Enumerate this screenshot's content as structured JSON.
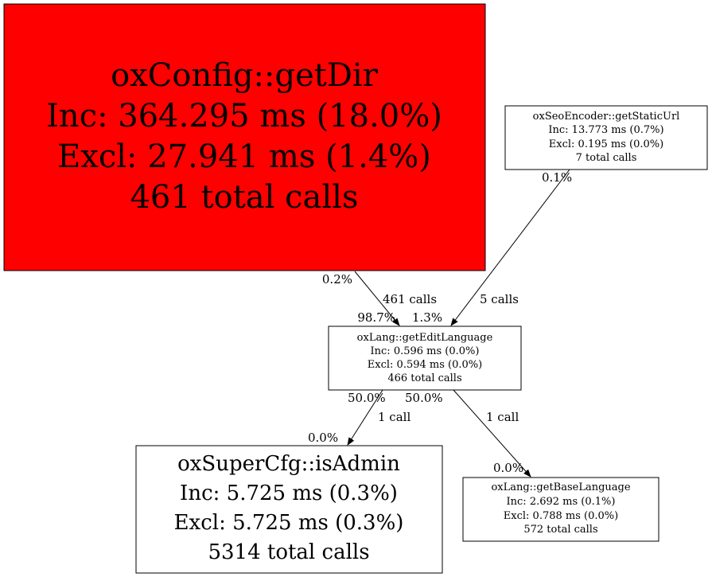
{
  "nodes": {
    "getDir": {
      "lines": [
        "oxConfig::getDir",
        "Inc: 364.295 ms (18.0%)",
        "Excl: 27.941 ms (1.4%)",
        "461 total calls"
      ],
      "fill": "#ff0000"
    },
    "getStaticUrl": {
      "lines": [
        "oxSeoEncoder::getStaticUrl",
        "Inc: 13.773 ms (0.7%)",
        "Excl: 0.195 ms (0.0%)",
        "7 total calls"
      ],
      "fill": "#ffffff"
    },
    "getEditLanguage": {
      "lines": [
        "oxLang::getEditLanguage",
        "Inc: 0.596 ms (0.0%)",
        "Excl: 0.594 ms (0.0%)",
        "466 total calls"
      ],
      "fill": "#ffffff"
    },
    "isAdmin": {
      "lines": [
        "oxSuperCfg::isAdmin",
        "Inc: 5.725 ms (0.3%)",
        "Excl: 5.725 ms (0.3%)",
        "5314 total calls"
      ],
      "fill": "#ffffff"
    },
    "getBaseLanguage": {
      "lines": [
        "oxLang::getBaseLanguage",
        "Inc: 2.692 ms (0.1%)",
        "Excl: 0.788 ms (0.0%)",
        "572 total calls"
      ],
      "fill": "#ffffff"
    }
  },
  "edges": {
    "dir_to_edit": {
      "tail": "0.2%",
      "label": "461 calls",
      "head": "98.7%"
    },
    "static_to_edit": {
      "tail": "0.1%",
      "label": "5 calls",
      "head": "1.3%"
    },
    "edit_to_admin": {
      "tail": "50.0%",
      "label": "1 call",
      "head": "0.0%"
    },
    "edit_to_base": {
      "tail": "50.0%",
      "label": "1 call",
      "head": "0.0%"
    }
  }
}
